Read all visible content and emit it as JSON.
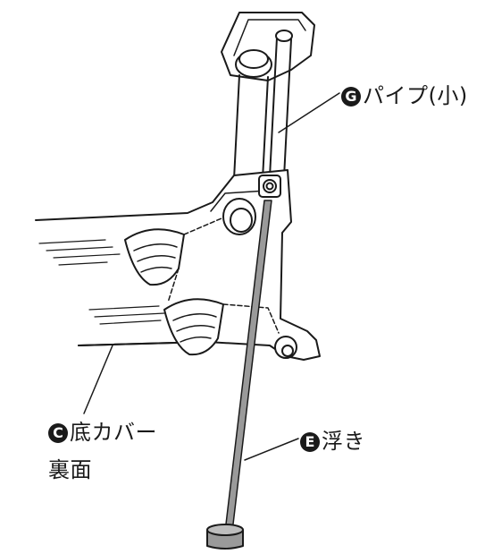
{
  "callouts": {
    "pipe": {
      "badge": "G",
      "text": "パイプ(小)"
    },
    "bottom_cover": {
      "badge": "C",
      "text": "底カバー",
      "text_line2": "裏面"
    },
    "float": {
      "badge": "E",
      "text": "浮き"
    }
  },
  "colors": {
    "ink": "#1a1a1a",
    "rod": "#9a9a9a",
    "paper": "#ffffff"
  }
}
